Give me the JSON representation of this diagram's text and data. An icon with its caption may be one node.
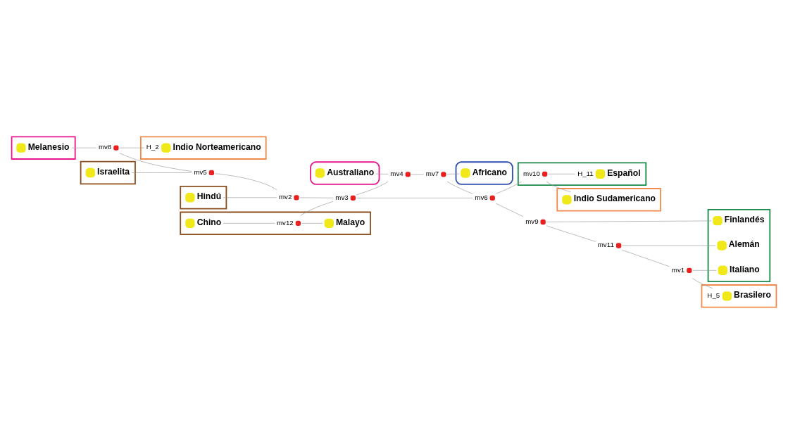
{
  "diagram": {
    "nodes": [
      {
        "text": [],
        "shape": "box"
      },
      {
        "text": [
          "Melanesio"
        ],
        "in": 0
      },
      {
        "text": [
          "mv8"
        ]
      },
      {
        "text": [],
        "shape": "box"
      },
      {
        "text": [
          "Indio Norteamericano"
        ],
        "in": 3,
        "beside": [
          "H_2"
        ]
      },
      {
        "text": [],
        "shape": "box"
      },
      {
        "text": [
          "Israelita"
        ],
        "in": 5
      },
      {
        "text": [
          "mv5"
        ]
      },
      {
        "text": [],
        "shape": "box"
      },
      {
        "text": [
          "Chino"
        ],
        "in": 8
      },
      {
        "text": [
          "mv12"
        ],
        "in": 8
      },
      {
        "text": [
          "Malayo"
        ],
        "in": 8
      },
      {
        "text": [],
        "shape": "box"
      },
      {
        "text": [
          "Hindú"
        ],
        "in": 12
      },
      {
        "text": [
          "mv2"
        ]
      },
      {
        "text": [],
        "shape": "box"
      },
      {
        "text": [
          "Finlandés"
        ],
        "in": 15
      },
      {
        "text": [
          "Alemán"
        ],
        "in": 15
      },
      {
        "text": [
          "Italiano"
        ],
        "in": 15
      },
      {
        "text": [
          "mv3"
        ]
      },
      {
        "text": [
          "mv9"
        ]
      },
      {
        "text": [
          "mv11"
        ]
      },
      {
        "text": [
          "mv1"
        ]
      },
      {
        "text": [],
        "shape": "box"
      },
      {
        "text": [
          "Brasilero"
        ],
        "in": 23,
        "beside": [
          "H_5"
        ]
      },
      {
        "text": [],
        "shape": "ellipse"
      },
      {
        "text": [
          "Australiano"
        ],
        "in": 25
      },
      {
        "text": [
          "mv4"
        ]
      },
      {
        "text": [
          "mv7"
        ]
      },
      {
        "text": [
          "mv6"
        ]
      },
      {
        "text": [],
        "shape": "box"
      },
      {
        "text": [
          "mv10"
        ],
        "in": 30
      },
      {
        "text": [
          "Español"
        ],
        "in": 30,
        "beside": [
          "H_11"
        ]
      },
      {
        "text": [],
        "shape": "ellipse"
      },
      {
        "text": [
          "Africano"
        ],
        "in": 33
      },
      {
        "text": [],
        "shape": "box"
      },
      {
        "text": [
          "Indio Sudamericano"
        ],
        "in": 35
      }
    ],
    "edges": [
      {
        "from": 1,
        "to": 2,
        "arrow": "none"
      },
      {
        "from": 2,
        "to": 4,
        "arrow": "none"
      },
      {
        "from": 2,
        "to": 7,
        "arrow": "none"
      },
      {
        "from": 6,
        "to": 7,
        "arrow": "none"
      },
      {
        "from": 7,
        "to": 14,
        "arrow": "none"
      },
      {
        "from": 13,
        "to": 14,
        "arrow": "none"
      },
      {
        "from": 14,
        "to": 19,
        "arrow": "none"
      },
      {
        "from": 10,
        "to": 19,
        "arrow": "none"
      },
      {
        "from": 9,
        "to": 10,
        "arrow": "none"
      },
      {
        "from": 10,
        "to": 11,
        "arrow": "none"
      },
      {
        "from": 19,
        "to": 27,
        "arrow": "none"
      },
      {
        "from": 19,
        "to": 29,
        "arrow": "none"
      },
      {
        "from": 26,
        "to": 27,
        "arrow": "none"
      },
      {
        "from": 27,
        "to": 28,
        "arrow": "none"
      },
      {
        "from": 28,
        "to": 34,
        "arrow": "none"
      },
      {
        "from": 28,
        "to": 29,
        "arrow": "none"
      },
      {
        "from": 29,
        "to": 20,
        "arrow": "none"
      },
      {
        "from": 20,
        "to": 16,
        "arrow": "none"
      },
      {
        "from": 20,
        "to": 21,
        "arrow": "none"
      },
      {
        "from": 21,
        "to": 17,
        "arrow": "none"
      },
      {
        "from": 21,
        "to": 22,
        "arrow": "none"
      },
      {
        "from": 22,
        "to": 18,
        "arrow": "none"
      },
      {
        "from": 22,
        "to": 24,
        "arrow": "none"
      },
      {
        "from": 29,
        "to": 31,
        "arrow": "none"
      },
      {
        "from": 31,
        "to": 32,
        "arrow": "none"
      },
      {
        "from": 31,
        "to": 36,
        "arrow": "none"
      }
    ]
  }
}
